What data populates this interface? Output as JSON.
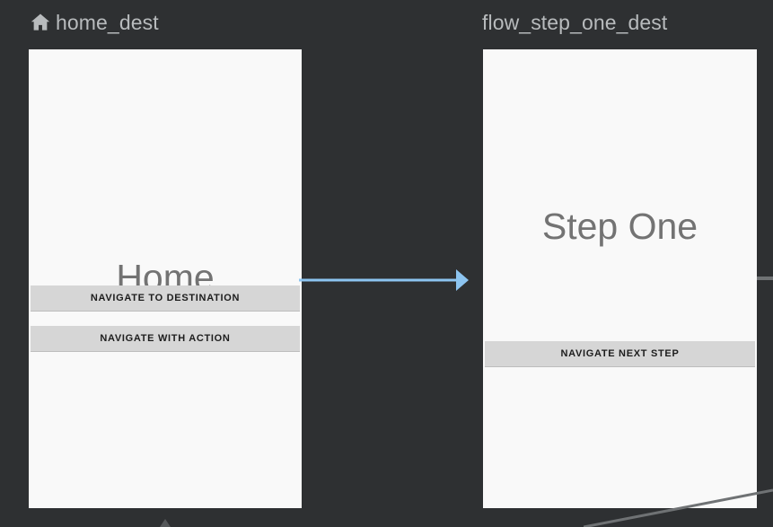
{
  "editor": {
    "background_color": "#2e3032",
    "surface_color": "#f9f9f9",
    "action_arrow_color": "#8cc4f0",
    "edge_line_color": "#6f7274"
  },
  "destinations": [
    {
      "id": "home_dest",
      "label": "home_dest",
      "icon": "home-icon",
      "is_start_destination": true,
      "preview": {
        "title": "Home",
        "buttons": [
          {
            "label": "NAVIGATE TO DESTINATION"
          },
          {
            "label": "NAVIGATE WITH ACTION"
          }
        ]
      }
    },
    {
      "id": "flow_step_one_dest",
      "label": "flow_step_one_dest",
      "icon": null,
      "is_start_destination": false,
      "preview": {
        "title": "Step One",
        "buttons": [
          {
            "label": "NAVIGATE NEXT STEP"
          }
        ]
      }
    }
  ],
  "connections": [
    {
      "name": "home-to-step-one-action",
      "from": "home_dest",
      "to": "flow_step_one_dest",
      "color": "#8cc4f0"
    }
  ]
}
